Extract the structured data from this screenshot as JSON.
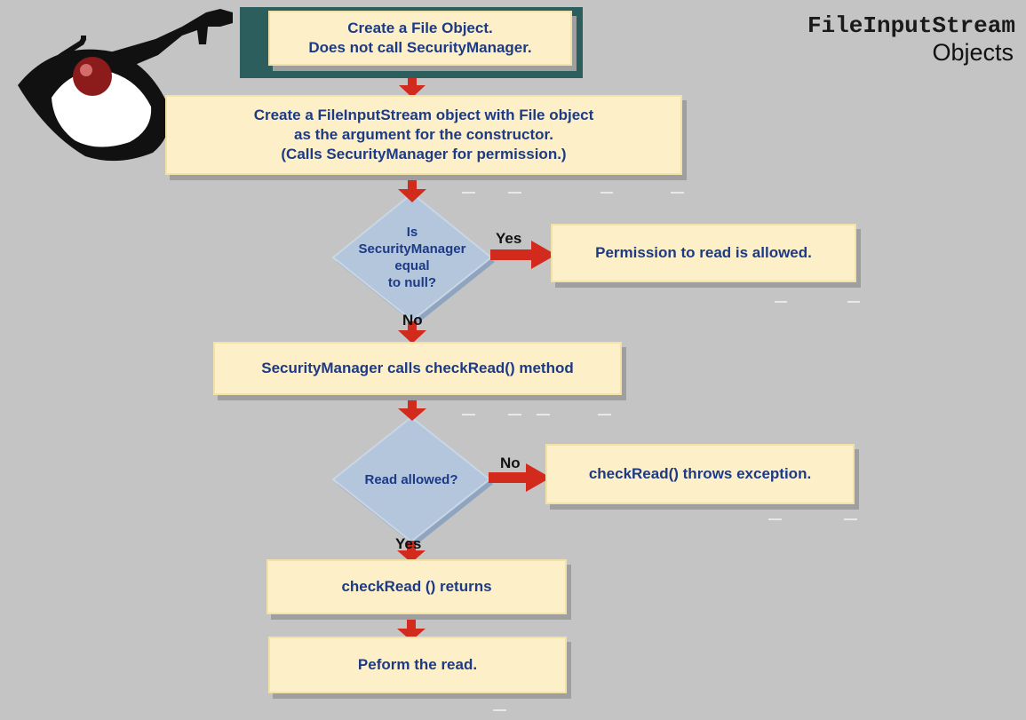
{
  "header": {
    "title_code": "FileInputStream",
    "title_sub": "Objects"
  },
  "flow": {
    "step1": "Create a File Object.\nDoes not call SecurityManager.",
    "step2": "Create a FileInputStream object with File object\nas the argument for the constructor.\n(Calls SecurityManager for permission.)",
    "decision1": "Is\nSecurityManager\nequal\nto null?",
    "decision1_yes": "Yes",
    "decision1_no": "No",
    "allowed": "Permission to read is allowed.",
    "step3": "SecurityManager calls checkRead() method",
    "decision2": "Read allowed?",
    "decision2_no": "No",
    "decision2_yes": "Yes",
    "exception": "checkRead() throws exception.",
    "step4": "checkRead () returns",
    "step5": "Peform the read."
  },
  "colors": {
    "background": "#c4c4c4",
    "box_fill": "#fdf0c8",
    "box_text": "#1c3a86",
    "header_band": "#2d5e5e",
    "diamond_fill": "#b4c6dc",
    "arrow": "#d32a1e"
  },
  "mascot": "duke-icon"
}
